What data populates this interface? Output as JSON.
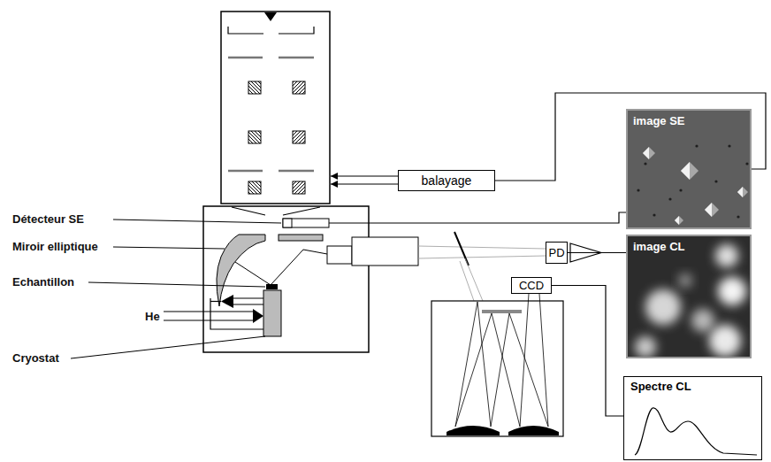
{
  "diagram": {
    "nodes": [
      {
        "text": [
          "balayage"
        ]
      },
      {
        "text": [
          "image SE"
        ]
      },
      {
        "text": [
          "PD"
        ]
      },
      {
        "text": [
          "image CL"
        ]
      },
      {
        "text": [
          "CCD"
        ]
      },
      {
        "text": [
          "Spectre CL"
        ]
      }
    ],
    "edges": [
      {
        "from": 0,
        "to": 1,
        "arrow": "none"
      },
      {
        "from": 2,
        "to": 3,
        "arrow": "none"
      },
      {
        "from": 4,
        "to": 5,
        "arrow": "none"
      }
    ],
    "labels": [
      "Détecteur SE",
      "Miroir elliptique",
      "Echantillon",
      "He",
      "Cryostat"
    ]
  }
}
